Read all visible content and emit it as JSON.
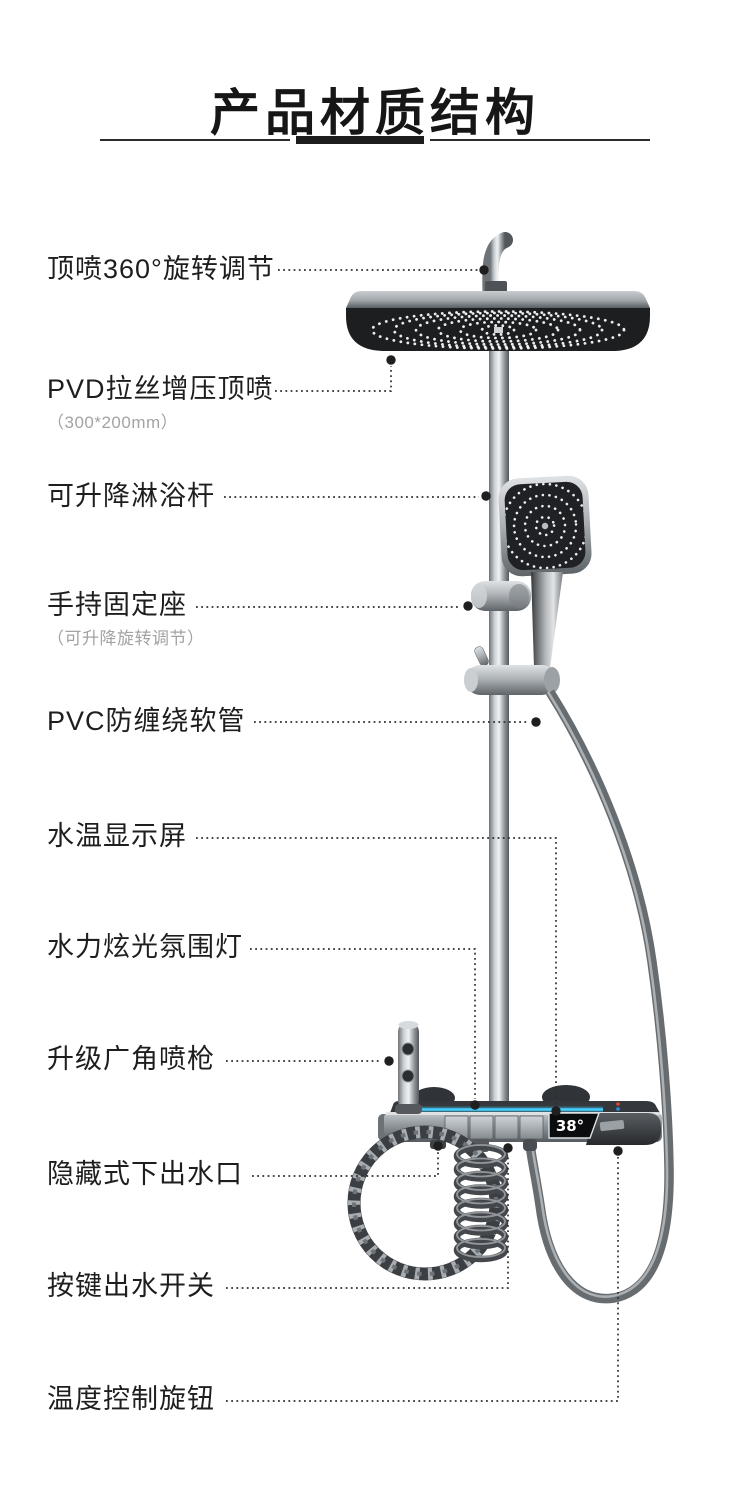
{
  "header": {
    "title": "产品材质结构"
  },
  "labels": [
    {
      "text": "顶喷360°旋转调节"
    },
    {
      "text": "PVD拉丝增压顶喷",
      "sub": "（300*200mm）"
    },
    {
      "text": "可升降淋浴杆"
    },
    {
      "text": "手持固定座",
      "sub": "（可升降旋转调节）"
    },
    {
      "text": "PVC防缠绕软管"
    },
    {
      "text": "水温显示屏"
    },
    {
      "text": "水力炫光氛围灯"
    },
    {
      "text": "升级广角喷枪"
    },
    {
      "text": "隐藏式下出水口"
    },
    {
      "text": "按键出水开关"
    },
    {
      "text": "温度控制旋钮"
    }
  ],
  "product": {
    "display_temperature": "38°",
    "led_color": "#45cfff"
  }
}
